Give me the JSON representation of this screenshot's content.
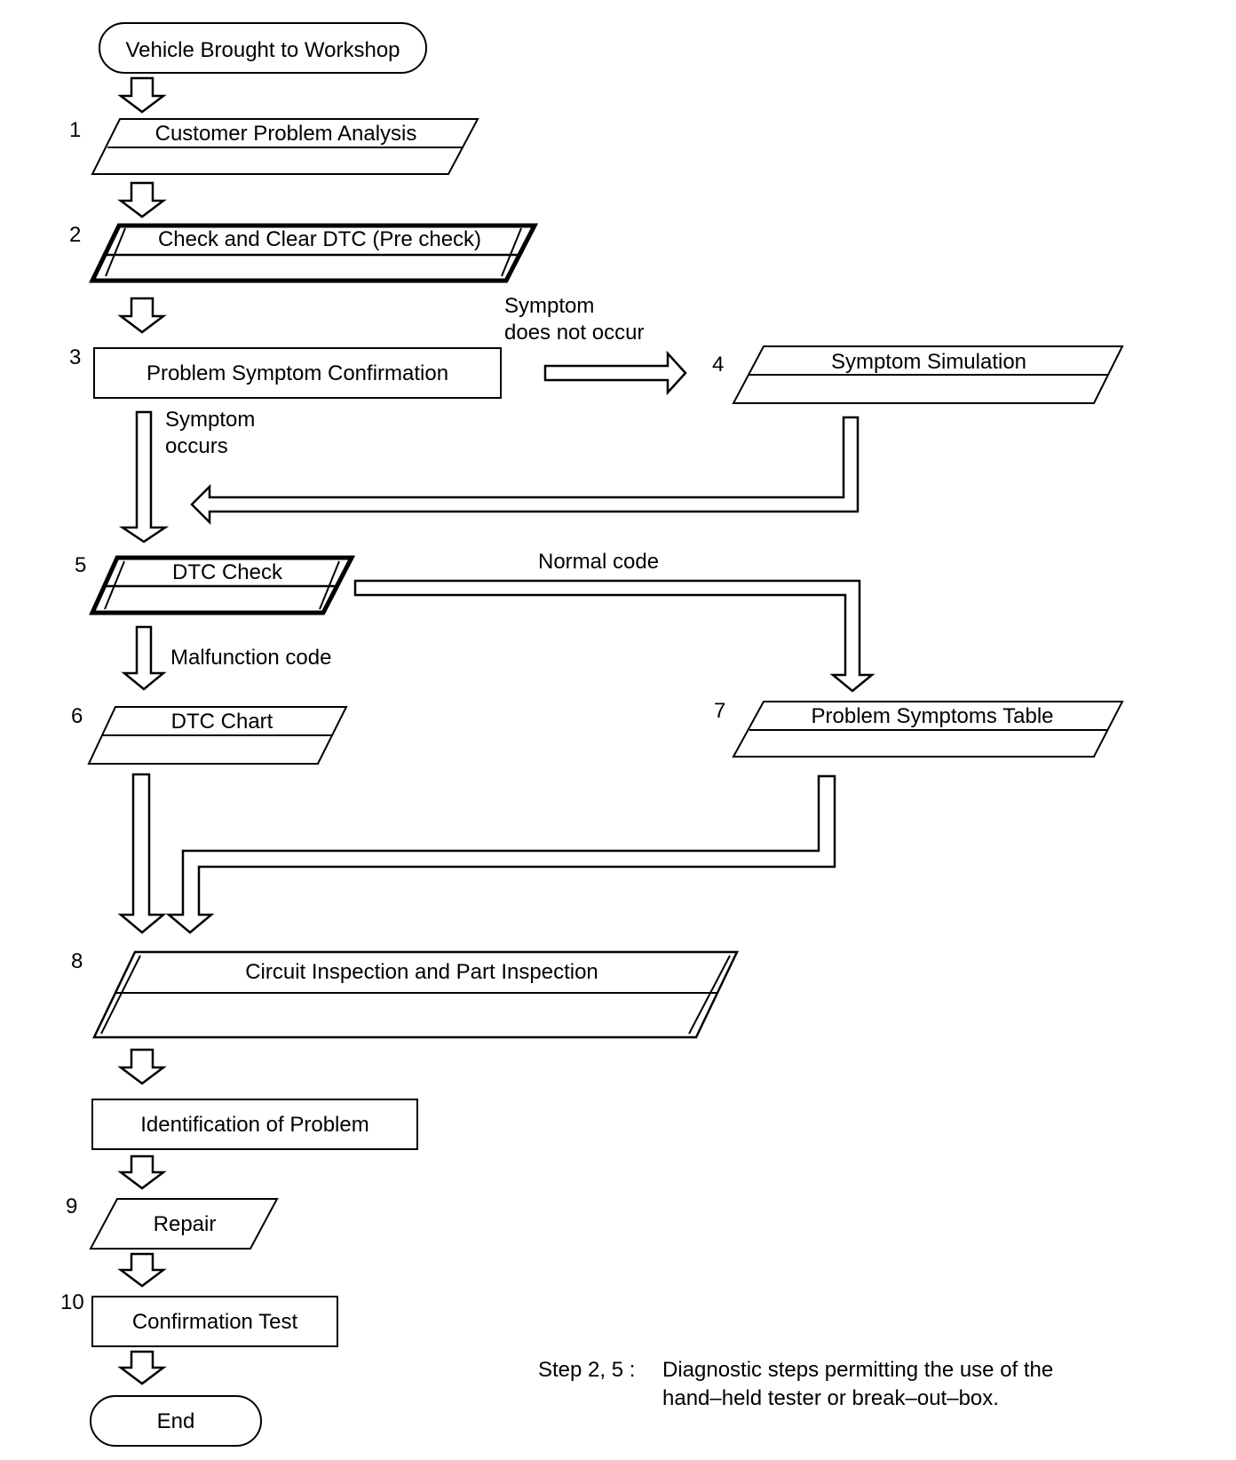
{
  "start": "Vehicle Brought to Workshop",
  "steps": {
    "s1": {
      "num": "1",
      "label": "Customer Problem Analysis"
    },
    "s2": {
      "num": "2",
      "label": "Check and Clear DTC (Pre check)"
    },
    "s3": {
      "num": "3",
      "label": "Problem Symptom Confirmation"
    },
    "s4": {
      "num": "4",
      "label": "Symptom Simulation"
    },
    "s5": {
      "num": "5",
      "label": "DTC Check"
    },
    "s6": {
      "num": "6",
      "label": "DTC Chart"
    },
    "s7": {
      "num": "7",
      "label": "Problem Symptoms Table"
    },
    "s8": {
      "num": "8",
      "label": "Circuit Inspection and Part Inspection"
    },
    "ident": {
      "label": "Identification of Problem"
    },
    "s9": {
      "num": "9",
      "label": "Repair"
    },
    "s10": {
      "num": "10",
      "label": "Confirmation Test"
    }
  },
  "end": "End",
  "branch": {
    "not_occur_1": "Symptom",
    "not_occur_2": "does not occur",
    "occurs_1": "Symptom",
    "occurs_2": "occurs",
    "normal": "Normal code",
    "malfunction": "Malfunction code"
  },
  "note": {
    "prefix": "Step 2, 5 :",
    "line1": "Diagnostic steps permitting the use of the",
    "line2": "hand–held tester or break–out–box."
  }
}
